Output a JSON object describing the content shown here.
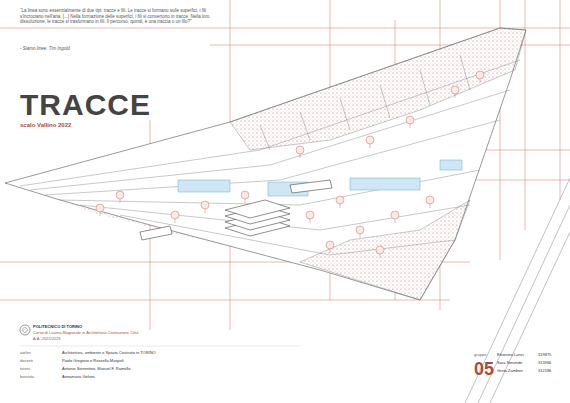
{
  "diagram": {
    "title": "TRACCE",
    "labels": [
      "“La linea sono essenzialmente di due tipi: tracce e fili. Le tracce si formano sulle superfici, i fili s'incrociano nell'aria. [...] Nella formazione delle superfici, i fili si convertono in tracce. Nella loro dissoluzione, le tracce si trasformano in fili. Il percorso, quindi, è una traccia o un filo?”",
      "- Siamo linee, Tim Ingold",
      "scalo Vallino 2022",
      "POLITECNICO DI TORINO",
      "Corso di Laurea Magistrale in Architettura Costruzione Città",
      "A.A. 2022/2023",
      "atelier",
      "Architettura, ambiente e Spazio Costruito in TORINO",
      "docenti",
      "Paolo Gregorio e Rossella Maspoli",
      "tutors",
      "Antonio Sorrentino, Manuel F. Ramello",
      "borsista",
      "Annamaria Gelsini",
      "gruppo",
      "05",
      "Eleonora Lanzi",
      "319875",
      "Sara Simonde",
      "313966",
      "Greta Zambon",
      "312186"
    ]
  }
}
